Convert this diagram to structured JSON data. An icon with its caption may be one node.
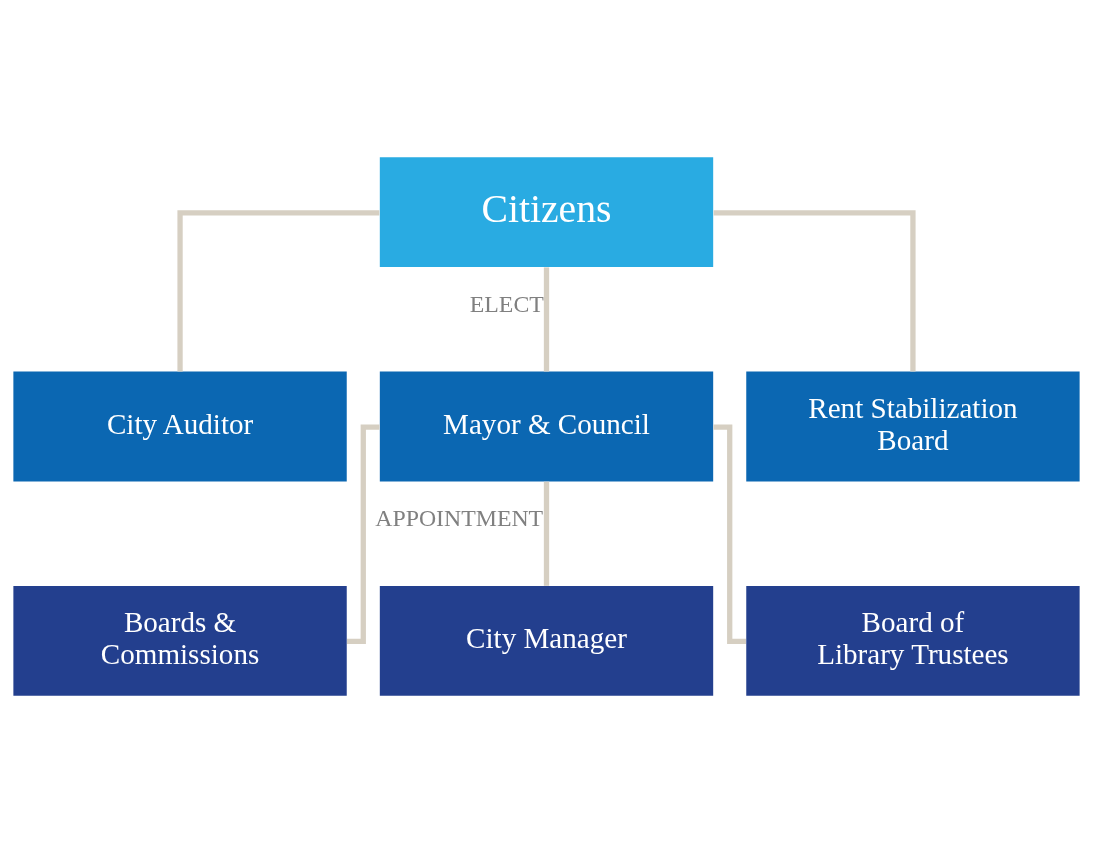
{
  "diagram": {
    "nodes": [
      {
        "text": [
          "Citizens"
        ]
      },
      {
        "text": [
          "City Auditor"
        ]
      },
      {
        "text": [
          "Mayor & Council"
        ]
      },
      {
        "text": [
          "Rent Stabilization Board"
        ]
      },
      {
        "text": [
          "Boards & Commissions"
        ]
      },
      {
        "text": [
          "City Manager"
        ]
      },
      {
        "text": [
          "Board of Library Trustees"
        ]
      }
    ],
    "edges": [
      {
        "from": 0,
        "to": 1,
        "arrow": "none"
      },
      {
        "from": 0,
        "to": 2,
        "arrow": "none",
        "label": "ELECT"
      },
      {
        "from": 0,
        "to": 3,
        "arrow": "none"
      },
      {
        "from": 2,
        "to": 4,
        "arrow": "none"
      },
      {
        "from": 2,
        "to": 5,
        "arrow": "none",
        "label": "APPOINTMENT"
      },
      {
        "from": 2,
        "to": 6,
        "arrow": "none"
      }
    ]
  }
}
